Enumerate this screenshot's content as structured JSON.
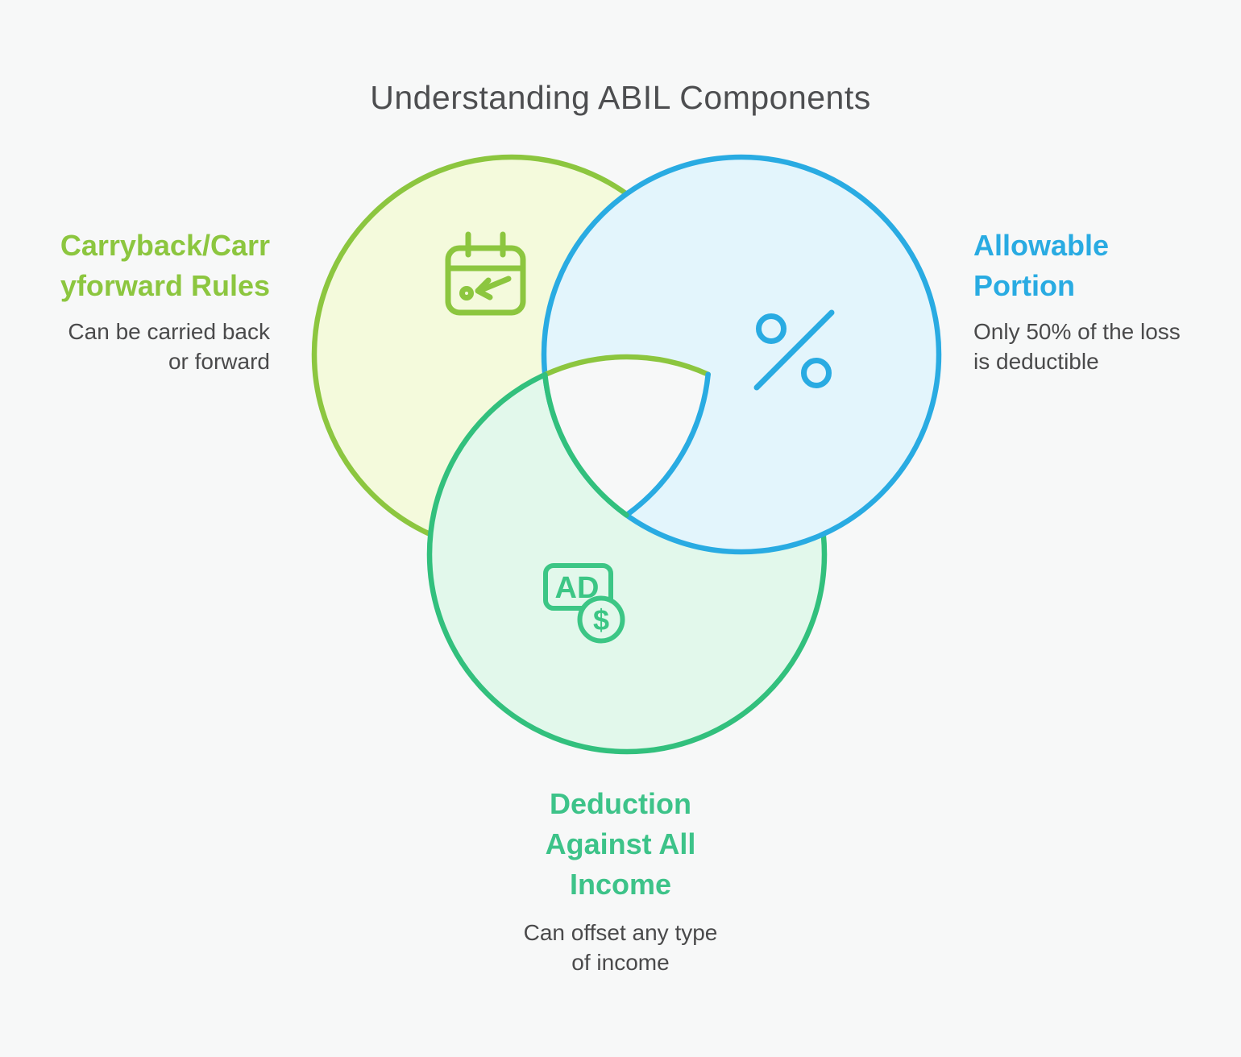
{
  "title": {
    "text": "Understanding ABIL Components"
  },
  "venn": {
    "carryback": {
      "heading": [
        "Carryback/Carr",
        "yforward Rules"
      ],
      "description": [
        "Can be carried back",
        "or forward"
      ],
      "accent": "#8CC63F",
      "fill": "#F4FADC",
      "icon": "calendar-carryback-icon"
    },
    "allowable": {
      "heading": [
        "Allowable",
        "Portion"
      ],
      "description": [
        "Only 50% of the loss",
        "is deductible"
      ],
      "accent": "#29ABE2",
      "fill": "#E3F5FC",
      "icon": "percent-icon"
    },
    "deduction": {
      "heading": [
        "Deduction",
        "Against All",
        "Income"
      ],
      "description": [
        "Can offset any type",
        "of income"
      ],
      "accent": "#3DC389",
      "fill": "#E2F8EB",
      "icon": "ad-dollar-icon"
    }
  },
  "icon_labels": {
    "ad": "AD",
    "dollar": "$"
  },
  "colors": {
    "background": "#F7F8F8",
    "title_text": "#4D4E50",
    "desc_text": "#4A4A4B",
    "olive_stroke": "#8CC63F",
    "blue_stroke": "#29ABE2",
    "emerald_stroke": "#32C07D"
  }
}
